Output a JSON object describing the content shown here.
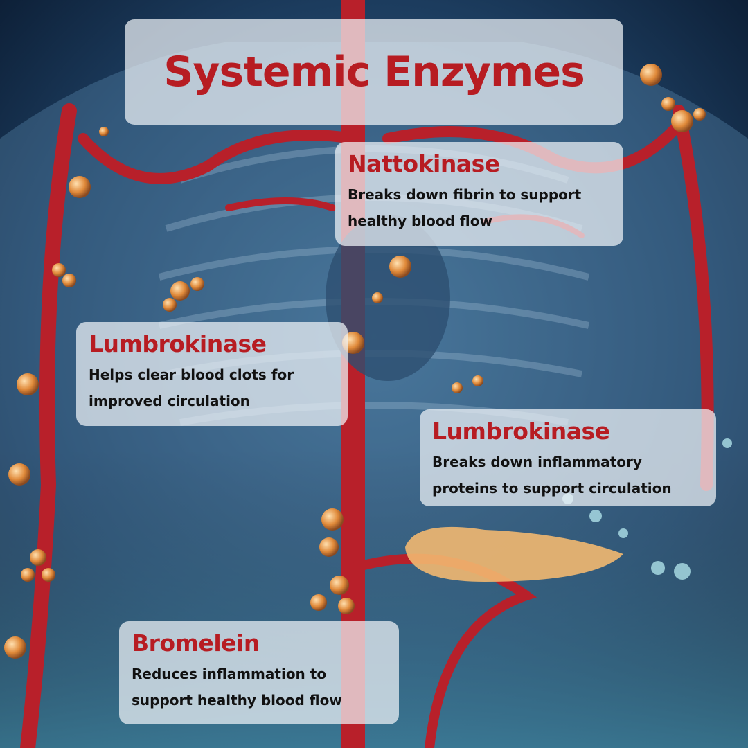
{
  "title": "Systemic Enzymes",
  "cards": [
    {
      "name": "Nattokinase",
      "desc": "Breaks down fibrin to support healthy blood flow"
    },
    {
      "name": "Lumbrokinase",
      "desc": "Helps clear blood clots for improved circulation"
    },
    {
      "name": "Lumbrokinase",
      "desc": "Breaks down inflammatory proteins to support circulation"
    },
    {
      "name": "Bromelein",
      "desc": "Reduces inflammation to support healthy blood flow"
    }
  ],
  "colors": {
    "accent": "#b71c22",
    "background": "#0e2742",
    "artery": "#b8202a",
    "bubble": "#e89a4a"
  }
}
